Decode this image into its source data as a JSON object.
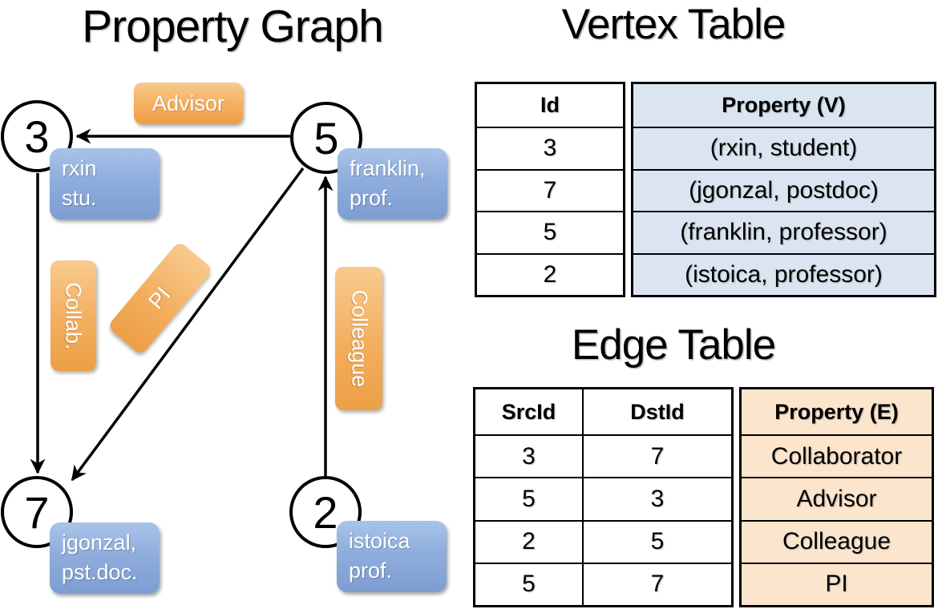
{
  "titles": {
    "graph": "Property Graph",
    "vertex_table": "Vertex Table",
    "edge_table": "Edge Table"
  },
  "graph": {
    "nodes": [
      {
        "id": "3",
        "label_line1": "rxin",
        "label_line2": "stu."
      },
      {
        "id": "5",
        "label_line1": "franklin,",
        "label_line2": "prof."
      },
      {
        "id": "7",
        "label_line1": "jgonzal,",
        "label_line2": "pst.doc."
      },
      {
        "id": "2",
        "label_line1": "istoica",
        "label_line2": "prof."
      }
    ],
    "edge_labels": {
      "advisor": "Advisor",
      "collab": "Collab.",
      "pi": "PI",
      "colleague": "Colleague"
    }
  },
  "vertex_table": {
    "columns": {
      "id": "Id",
      "property": "Property (V)"
    },
    "rows": [
      {
        "id": "3",
        "property": "(rxin, student)"
      },
      {
        "id": "7",
        "property": "(jgonzal, postdoc)"
      },
      {
        "id": "5",
        "property": "(franklin, professor)"
      },
      {
        "id": "2",
        "property": "(istoica, professor)"
      }
    ]
  },
  "edge_table": {
    "columns": {
      "src": "SrcId",
      "dst": "DstId",
      "property": "Property (E)"
    },
    "rows": [
      {
        "src": "3",
        "dst": "7",
        "property": "Collaborator"
      },
      {
        "src": "5",
        "dst": "3",
        "property": "Advisor"
      },
      {
        "src": "2",
        "dst": "5",
        "property": "Colleague"
      },
      {
        "src": "5",
        "dst": "7",
        "property": "PI"
      }
    ]
  },
  "colors": {
    "vertex_property_fill": "#dbe5f1",
    "edge_property_fill": "#fbe5cd",
    "vertex_label_blue": "#7d9dd2",
    "edge_label_orange": "#ec9f45",
    "line_black": "#000000"
  }
}
